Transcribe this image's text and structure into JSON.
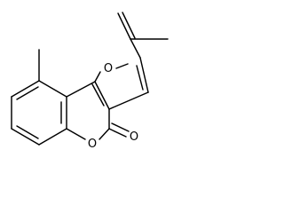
{
  "molecule": {
    "atoms": {
      "furan_oxygen": "O",
      "lactone_ring_oxygen": "O",
      "carbonyl_oxygen": "O"
    }
  },
  "colors": {
    "bond": "#000000",
    "label": "#000000",
    "background": "#ffffff"
  }
}
